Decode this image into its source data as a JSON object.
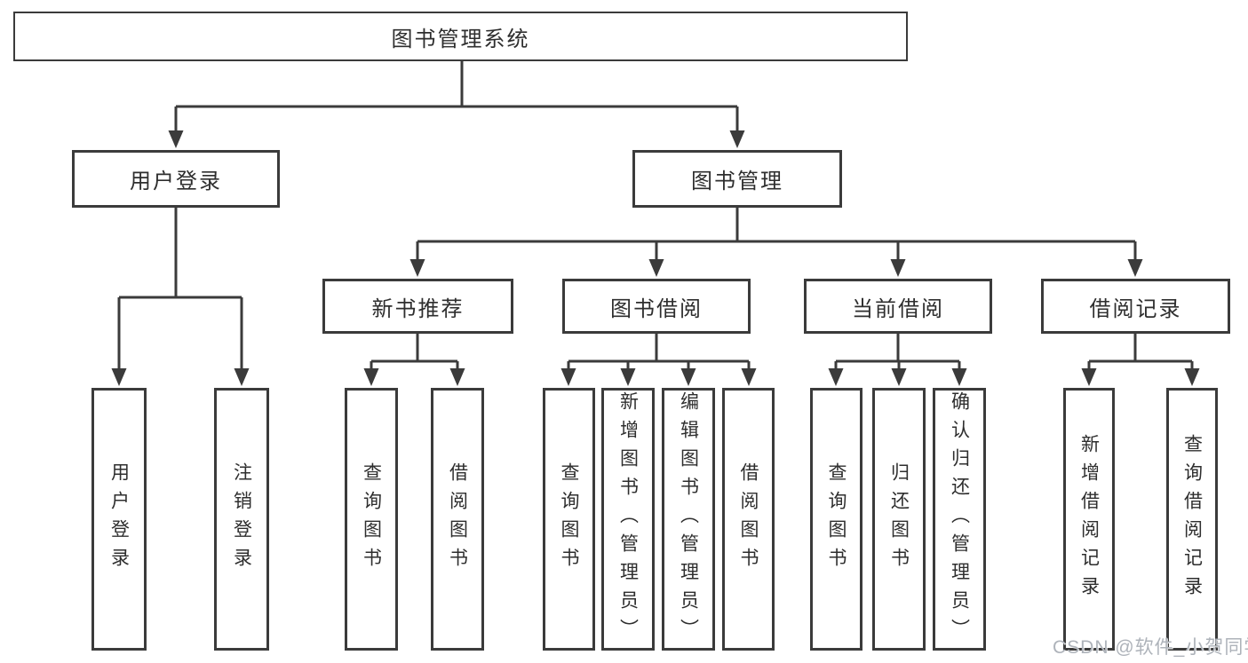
{
  "watermark": "CSDN @软件_小贺同学",
  "colors": {
    "line": "#3b3b3b",
    "box_border": "#3b3b3b",
    "text": "#2e2e2e",
    "watermark_text": "#aeb3ba",
    "background": "#ffffff"
  },
  "tree": {
    "label": "图书管理系统",
    "children": [
      {
        "label": "用户登录",
        "children": [
          {
            "label": "用户登录"
          },
          {
            "label": "注销登录"
          }
        ]
      },
      {
        "label": "图书管理",
        "children": [
          {
            "label": "新书推荐",
            "children": [
              {
                "label": "查询图书"
              },
              {
                "label": "借阅图书"
              }
            ]
          },
          {
            "label": "图书借阅",
            "children": [
              {
                "label": "查询图书"
              },
              {
                "label": "新增图书（管理员）"
              },
              {
                "label": "编辑图书（管理员）"
              },
              {
                "label": "借阅图书"
              }
            ]
          },
          {
            "label": "当前借阅",
            "children": [
              {
                "label": "查询图书"
              },
              {
                "label": "归还图书"
              },
              {
                "label": "确认归还（管理员）"
              }
            ]
          },
          {
            "label": "借阅记录",
            "children": [
              {
                "label": "新增借阅记录"
              },
              {
                "label": "查询借阅记录"
              }
            ]
          }
        ]
      }
    ]
  }
}
